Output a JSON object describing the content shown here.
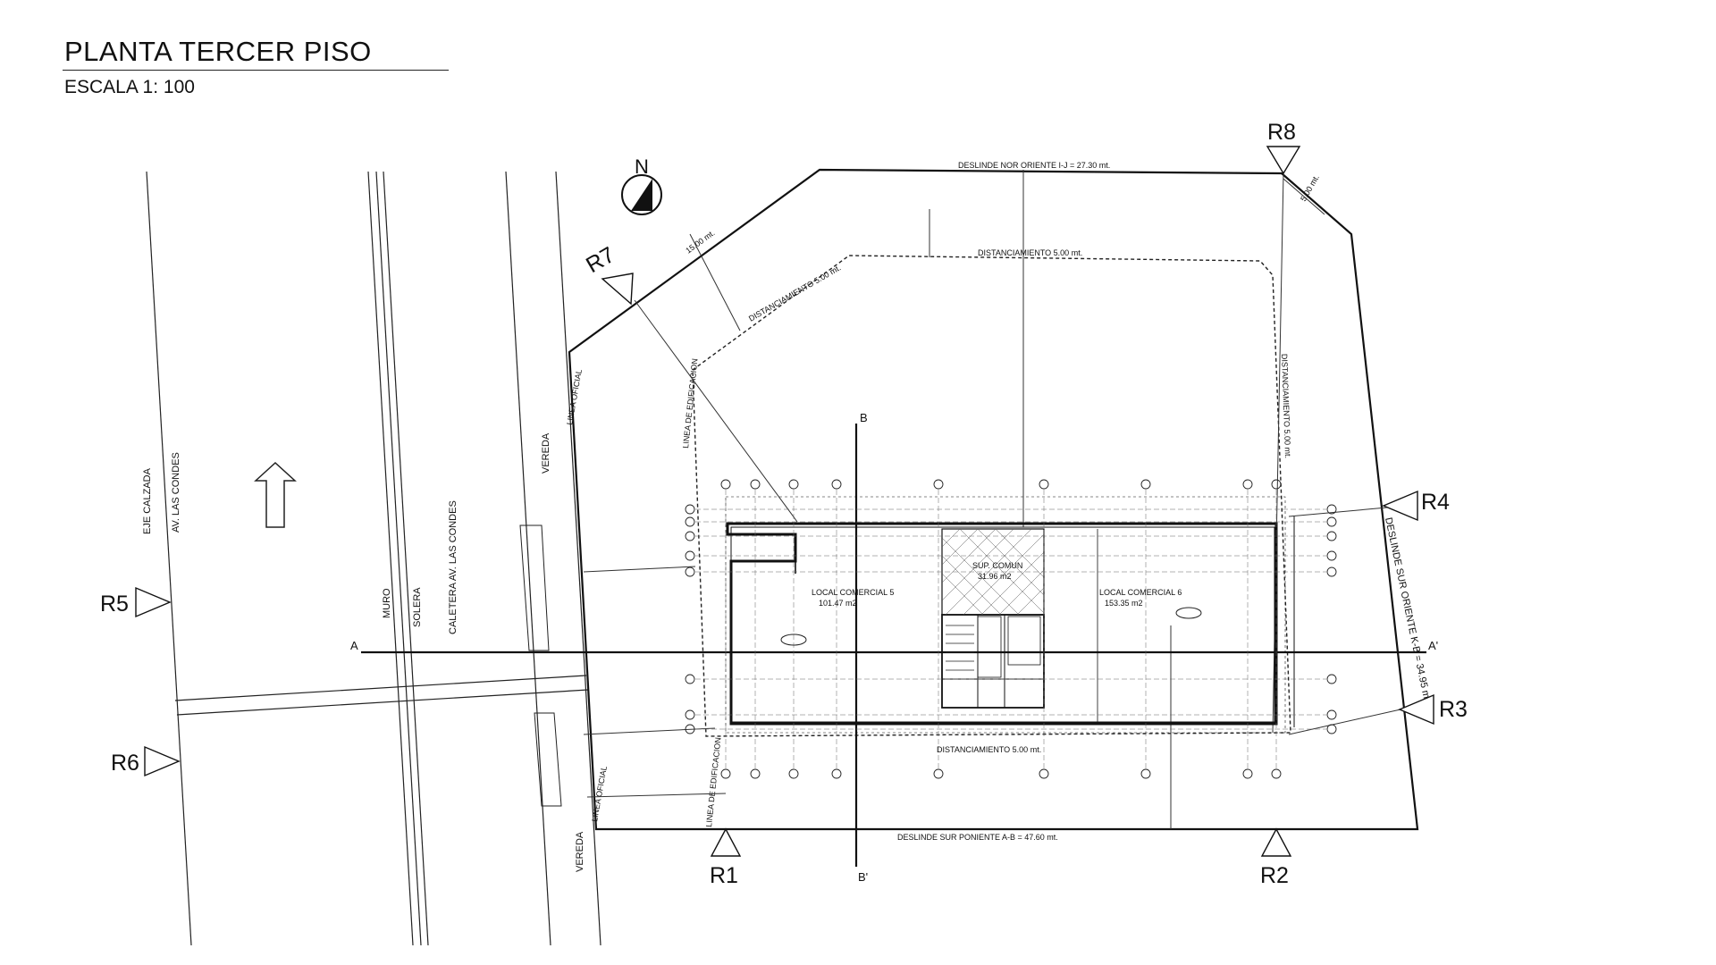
{
  "header": {
    "title": "PLANTA TERCER PISO",
    "scale": "ESCALA 1: 100"
  },
  "north": {
    "label": "N"
  },
  "boundaries": {
    "nor_oriente": "DESLINDE NOR ORIENTE I-J = 27.30 mt.",
    "sur_poniente": "DESLINDE SUR PONIENTE A-B = 47.60 mt.",
    "sur_oriente": "DESLINDE SUR ORIENTE K-B = 34.95 mt."
  },
  "setbacks": {
    "dist_top": "DISTANCIAMIENTO 5.00 mt.",
    "dist_left": "DISTANCIAMIENTO 5.00 mt.",
    "dist_right": "DISTANCIAMIENTO 5.00 mt.",
    "dist_bottom": "DISTANCIAMIENTO 5.00 mt.",
    "dim_left": "15.00 mt.",
    "dim_right": "5.00 mt."
  },
  "street": {
    "eje_calzada": "EJE CALZADA",
    "av_las_condes": "AV. LAS CONDES",
    "muro": "MURO",
    "solera": "SOLERA",
    "caletera": "CALETERA AV. LAS CONDES",
    "vereda_top": "VEREDA",
    "vereda_bottom": "VEREDA",
    "linea_oficial_top": "LINEA OFICIAL",
    "linea_oficial_bottom": "LINEA OFICIAL",
    "linea_edificacion_top": "LINEA DE EDIFICACION",
    "linea_edificacion_bottom": "LINEA DE EDIFICACION"
  },
  "references": [
    "R1",
    "R2",
    "R3",
    "R4",
    "R5",
    "R6",
    "R7",
    "R8"
  ],
  "sections": {
    "a": "A",
    "a_prime": "A'",
    "b": "B",
    "b_prime": "B'"
  },
  "rooms": {
    "local5_name": "LOCAL COMERCIAL 5",
    "local5_area": "101.47 m2",
    "local6_name": "LOCAL COMERCIAL 6",
    "local6_area": "153.35 m2",
    "comun_name": "SUP. COMUN",
    "comun_area": "31.96 m2"
  }
}
